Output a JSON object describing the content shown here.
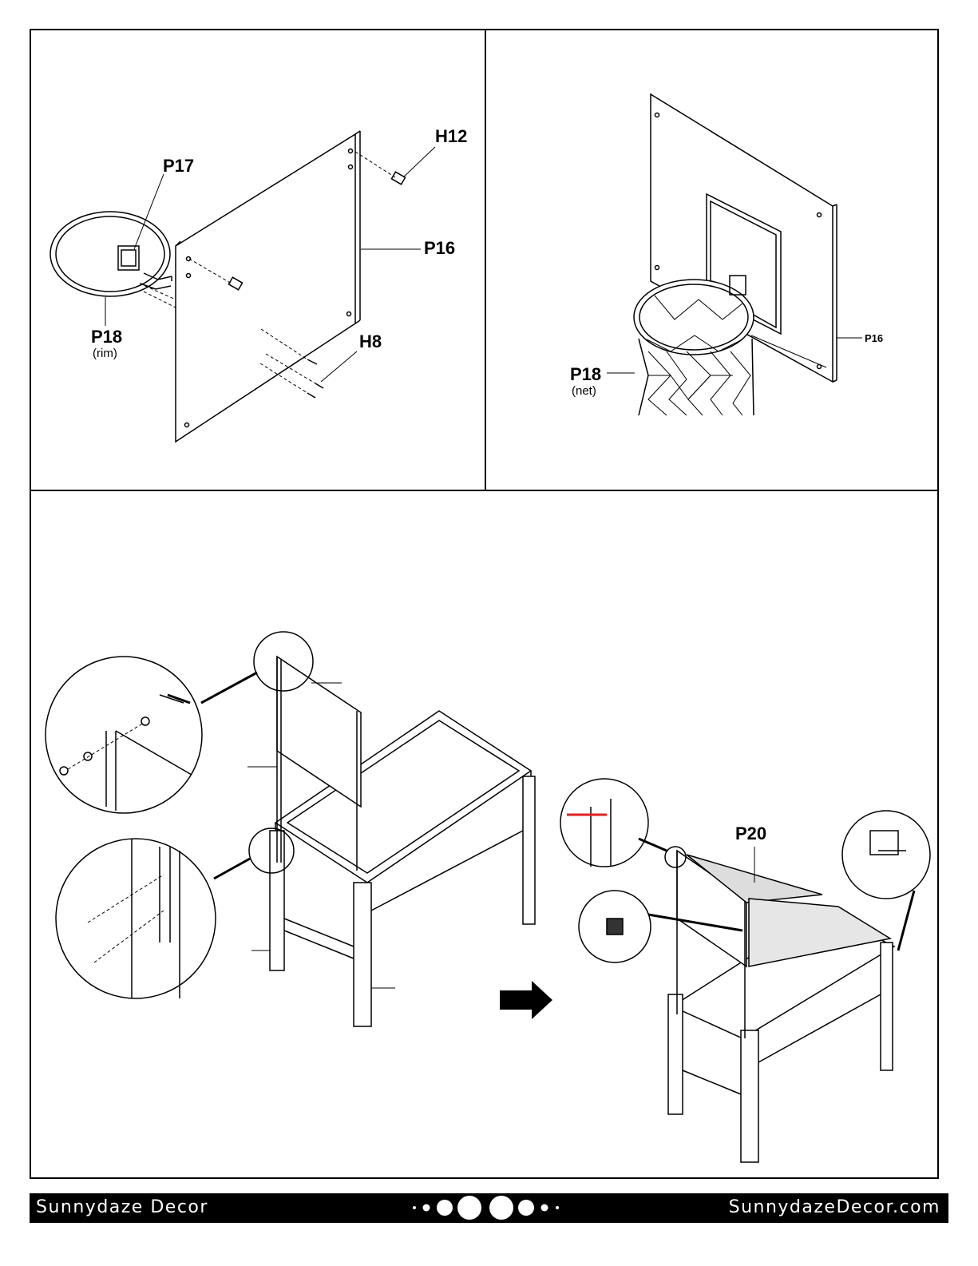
{
  "labels": {
    "p17": "P17",
    "h12": "H12",
    "p16_top_left": "P16",
    "p18_rim": "P18",
    "p18_rim_sub": "(rim)",
    "h8": "H8",
    "p16_top_right": "P16",
    "p18_net": "P18",
    "p18_net_sub": "(net)",
    "p20": "P20"
  },
  "footer": {
    "brand": "Sunnydaze Decor",
    "site": "SunnydazeDecor.com"
  },
  "colors": {
    "line": "#000000",
    "arrow_red": "#e02020",
    "footer_bg": "#000000",
    "footer_text": "#ffffff"
  },
  "icons": {
    "next_step": "right-arrow-icon",
    "callout_marker": "magnifier-circle-icon"
  }
}
